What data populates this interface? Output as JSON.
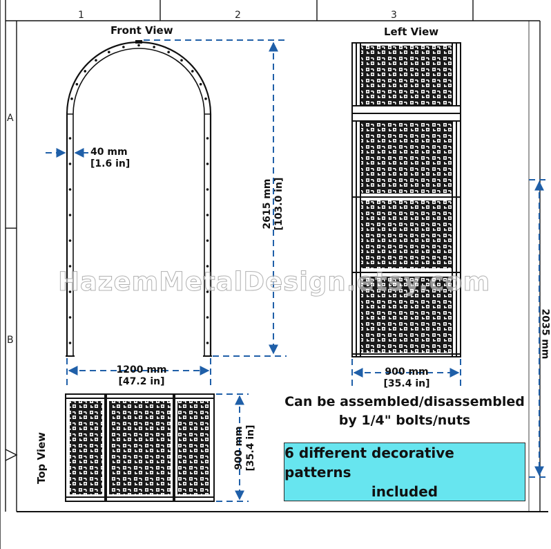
{
  "zones": {
    "columns": [
      "1",
      "2",
      "3"
    ],
    "rows": [
      "A",
      "B"
    ]
  },
  "front_view": {
    "title": "Front View",
    "tube_width": {
      "metric": "40 mm",
      "imperial": "[1.6 in]"
    },
    "height": {
      "metric": "2615 mm",
      "imperial": "[103.0 in]"
    },
    "width": {
      "metric": "1200 mm",
      "imperial": "[47.2 in]"
    }
  },
  "left_view": {
    "title": "Left View",
    "depth": {
      "metric": "900 mm",
      "imperial": "[35.4 in]"
    }
  },
  "top_view": {
    "title": "Top View",
    "depth": {
      "metric": "900 mm",
      "imperial": "[35.4 in]"
    }
  },
  "clipped_dimension": "2035 mm",
  "assembly_note": {
    "line1": "Can be assembled/disassembled",
    "line2": "by 1/4\" bolts/nuts"
  },
  "callout": {
    "line1": "6 different decorative patterns",
    "line2": "included",
    "background": "#67e5ef"
  },
  "watermark": "HazemMetalDesign.etsy.com",
  "colors": {
    "line": "#111111",
    "dimension": "#1f5fa8"
  }
}
